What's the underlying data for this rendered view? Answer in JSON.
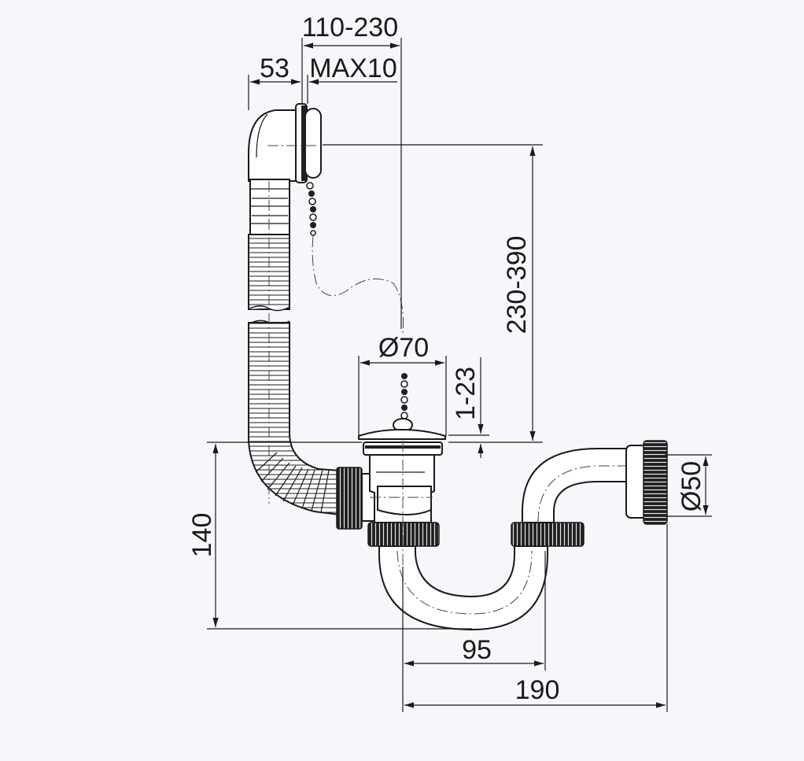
{
  "drawing": {
    "dimensions": {
      "overflow_range": "110-230",
      "overflow_offset": "53",
      "overflow_max": "MAX10",
      "height_range": "230-390",
      "plug_diameter": "Ø70",
      "plug_thickness": "1-23",
      "trap_height": "140",
      "outlet_diameter": "Ø50",
      "trap_spacing": "95",
      "total_width": "190"
    },
    "colors": {
      "background": "#f5f7fa",
      "line": "#1a1a1a",
      "nut": "#1f1f1f"
    }
  }
}
